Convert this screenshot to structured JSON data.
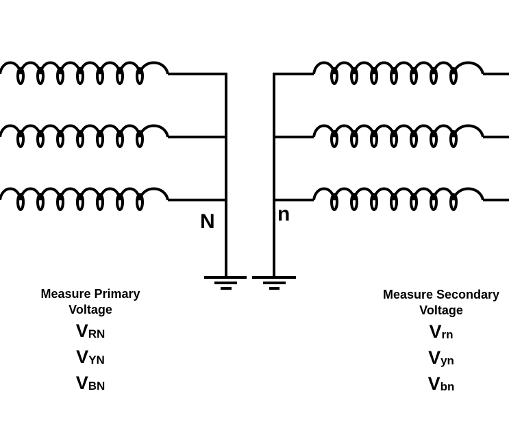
{
  "primary": {
    "node_label": "N",
    "caption_line1": "Measure Primary",
    "caption_line2": "Voltage",
    "voltages": [
      {
        "main": "V",
        "sub": "RN"
      },
      {
        "main": "V",
        "sub": "YN"
      },
      {
        "main": "V",
        "sub": "BN"
      }
    ]
  },
  "secondary": {
    "node_label": "n",
    "caption_line1": "Measure Secondary",
    "caption_line2": "Voltage",
    "voltages": [
      {
        "main": "V",
        "sub": "rn"
      },
      {
        "main": "V",
        "sub": "yn"
      },
      {
        "main": "V",
        "sub": "bn"
      }
    ]
  },
  "colors": {
    "line": "#000000",
    "background": "#ffffff"
  }
}
